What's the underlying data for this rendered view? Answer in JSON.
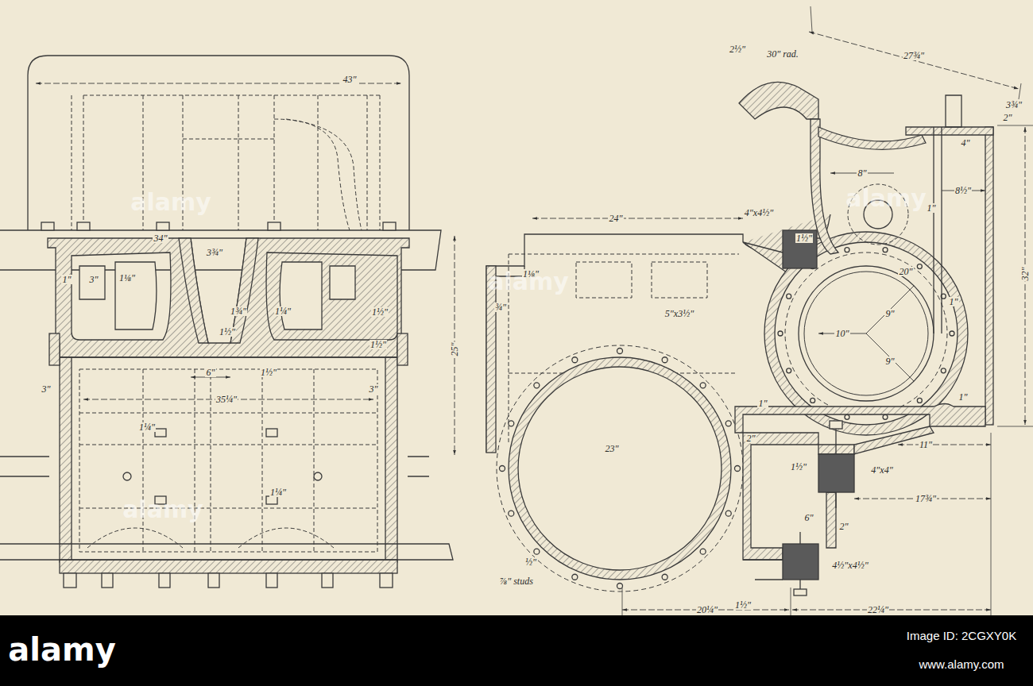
{
  "diagram": {
    "labels": [
      "43\"",
      "34\"",
      "3¾\"",
      "1\"",
      "3\"",
      "1⅛\"",
      "1¾\"",
      "1½\"",
      "1¼\"",
      "1½\"",
      "1½\"",
      "6\"",
      "1½\"",
      "35¼\"",
      "3\"",
      "3\"",
      "1¼\"",
      "1¼\"",
      "2½\"",
      "30\" rad.",
      "27¾\"",
      "3¾\"",
      "2\"",
      "4\"",
      "8\"",
      "1½\"",
      "8½\"",
      "1\"",
      "4\"x4½\"",
      "24\"",
      "1⅛\"",
      "¾\"",
      "5\"x3½\"",
      "25\"",
      "20\"",
      "9\"",
      "10\"",
      "9\"",
      "32\"",
      "1\"",
      "1\"",
      "1\"",
      "23\"",
      "2\"",
      "1½\"",
      "4\"x4\"",
      "11\"",
      "17¾\"",
      "6\"",
      "2\"",
      "½\"",
      "⅞\" studs",
      "4½\"x4½\"",
      "20¼\"",
      "1½\"",
      "22¼\"",
      "alamy",
      "alamy",
      "alamy",
      "alamy",
      "alamy",
      "Image ID: 2CGXY0K",
      "www.alamy.com"
    ]
  }
}
